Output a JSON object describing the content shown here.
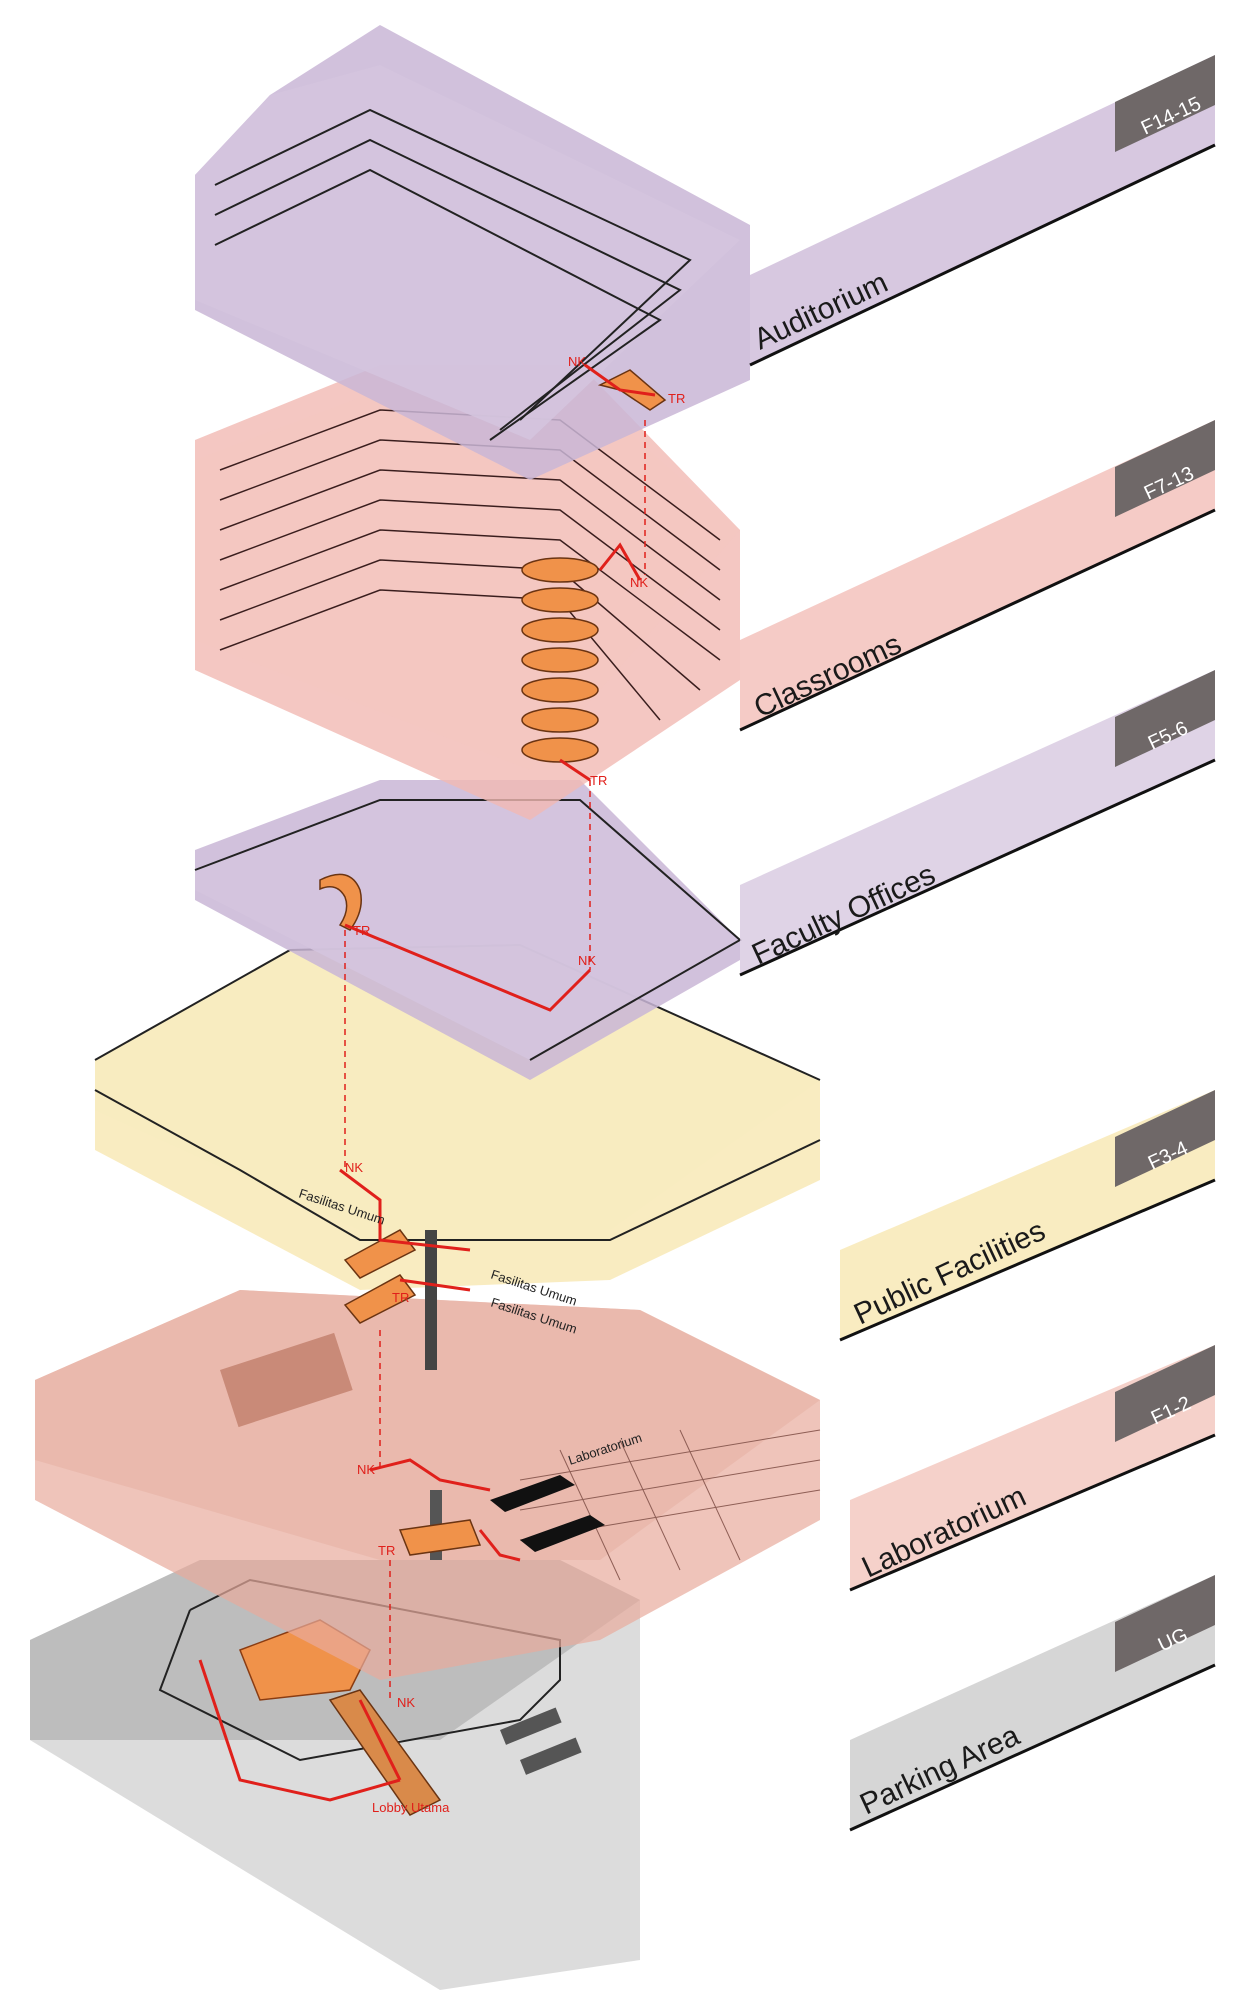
{
  "colors": {
    "purple": "#c9b6d6",
    "pink": "#f1b9b3",
    "yellow": "#f7e7b2",
    "salmon": "#e8ab9c",
    "grey": "#b9b9b9",
    "route": "#e0201b",
    "stair": "#f0924a",
    "tag": "#6f6868"
  },
  "levels": [
    {
      "tag": "F14-15",
      "name": "Auditorium"
    },
    {
      "tag": "F7-13",
      "name": "Classrooms"
    },
    {
      "tag": "F5-6",
      "name": "Faculty Offices"
    },
    {
      "tag": "F3-4",
      "name": "Public Facilities"
    },
    {
      "tag": "F1-2",
      "name": "Laboratorium"
    },
    {
      "tag": "UG",
      "name": "Parking Area"
    }
  ],
  "annotations": {
    "nk": "NK",
    "tr": "TR",
    "fasilitas_umum": "Fasilitas Umum",
    "laboratorium": "Laboratorium",
    "lobby_utama": "Lobby Utama"
  }
}
